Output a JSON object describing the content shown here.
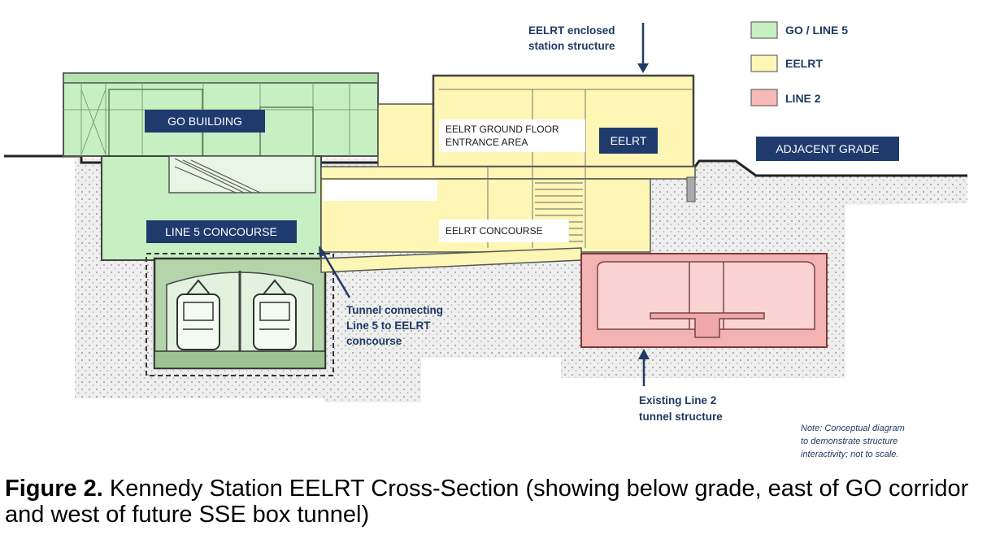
{
  "legend": [
    {
      "label": "GO / LINE 5",
      "color": "#c6efc2"
    },
    {
      "label": "EELRT",
      "color": "#fdf6b4"
    },
    {
      "label": "LINE 2",
      "color": "#f8b9b9"
    }
  ],
  "labels": {
    "go_building": "GO BUILDING",
    "line5_concourse": "LINE 5 CONCOURSE",
    "eelrt": "EELRT",
    "adjacent_grade": "ADJACENT GRADE",
    "eelrt_ground_floor_1": "EELRT  GROUND  FLOOR",
    "eelrt_ground_floor_2": "ENTRANCE  AREA",
    "eelrt_concourse": "EELRT  CONCOURSE"
  },
  "callouts": {
    "enclosed_1": "EELRT enclosed",
    "enclosed_2": "station structure",
    "tunnel_1": "Tunnel connecting",
    "tunnel_2": "Line 5 to EELRT",
    "tunnel_3": "concourse",
    "existing_1": "Existing Line 2",
    "existing_2": "tunnel structure"
  },
  "note": {
    "line1": "Note:  Conceptual diagram",
    "line2": "to demonstrate structure",
    "line3": "interactivity;  not to scale."
  },
  "caption": {
    "bold": "Figure 2.",
    "text": " Kennedy Station EELRT Cross-Section (showing below grade, east of GO corridor and west of future SSE box tunnel)"
  },
  "colors": {
    "navy": "#1f3a66",
    "label_box": "#1f3b6e",
    "green": "#c6efc2",
    "yellow": "#fdf6b4",
    "red": "#f8b9b9"
  }
}
